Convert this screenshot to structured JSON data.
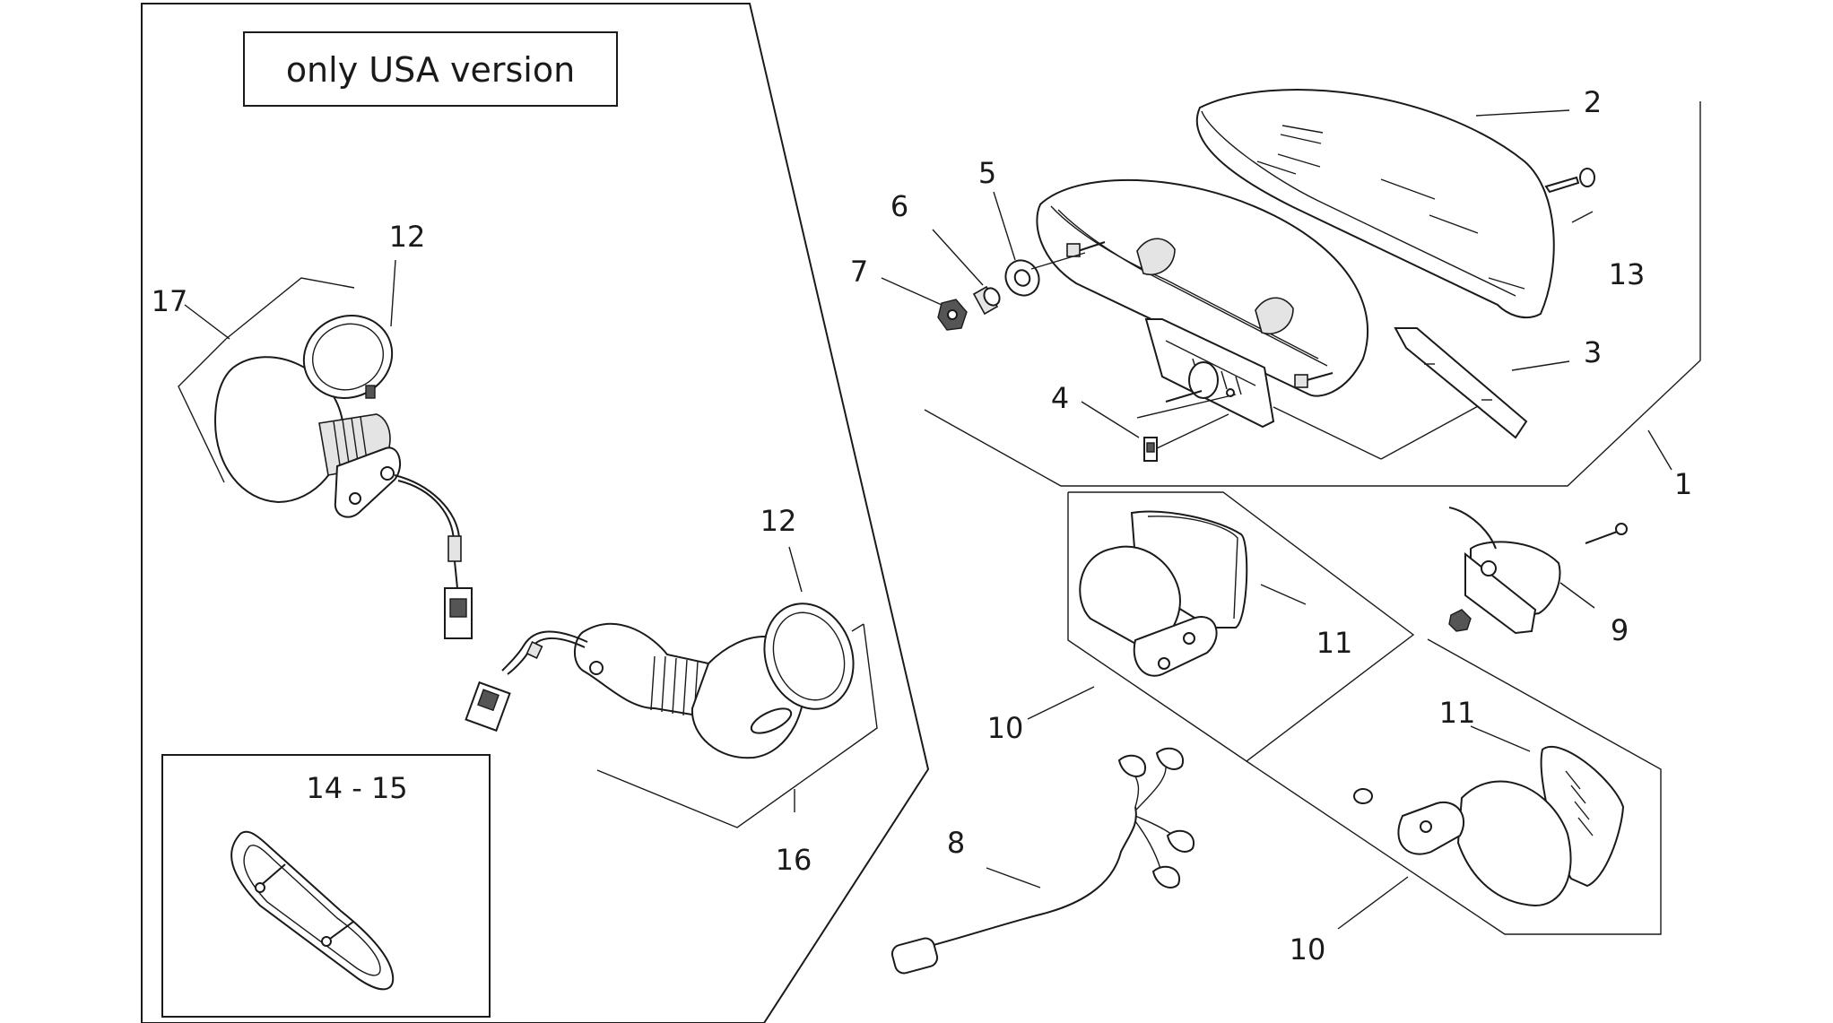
{
  "diagram": {
    "notice": "only USA version",
    "inset_label": "14 - 15",
    "callouts": {
      "c1": "1",
      "c2": "2",
      "c3": "3",
      "c4": "4",
      "c5": "5",
      "c6": "6",
      "c7": "7",
      "c8": "8",
      "c9": "9",
      "c10a": "10",
      "c10b": "10",
      "c11a": "11",
      "c11b": "11",
      "c12a": "12",
      "c12b": "12",
      "c13": "13",
      "c16": "16",
      "c17": "17"
    }
  }
}
